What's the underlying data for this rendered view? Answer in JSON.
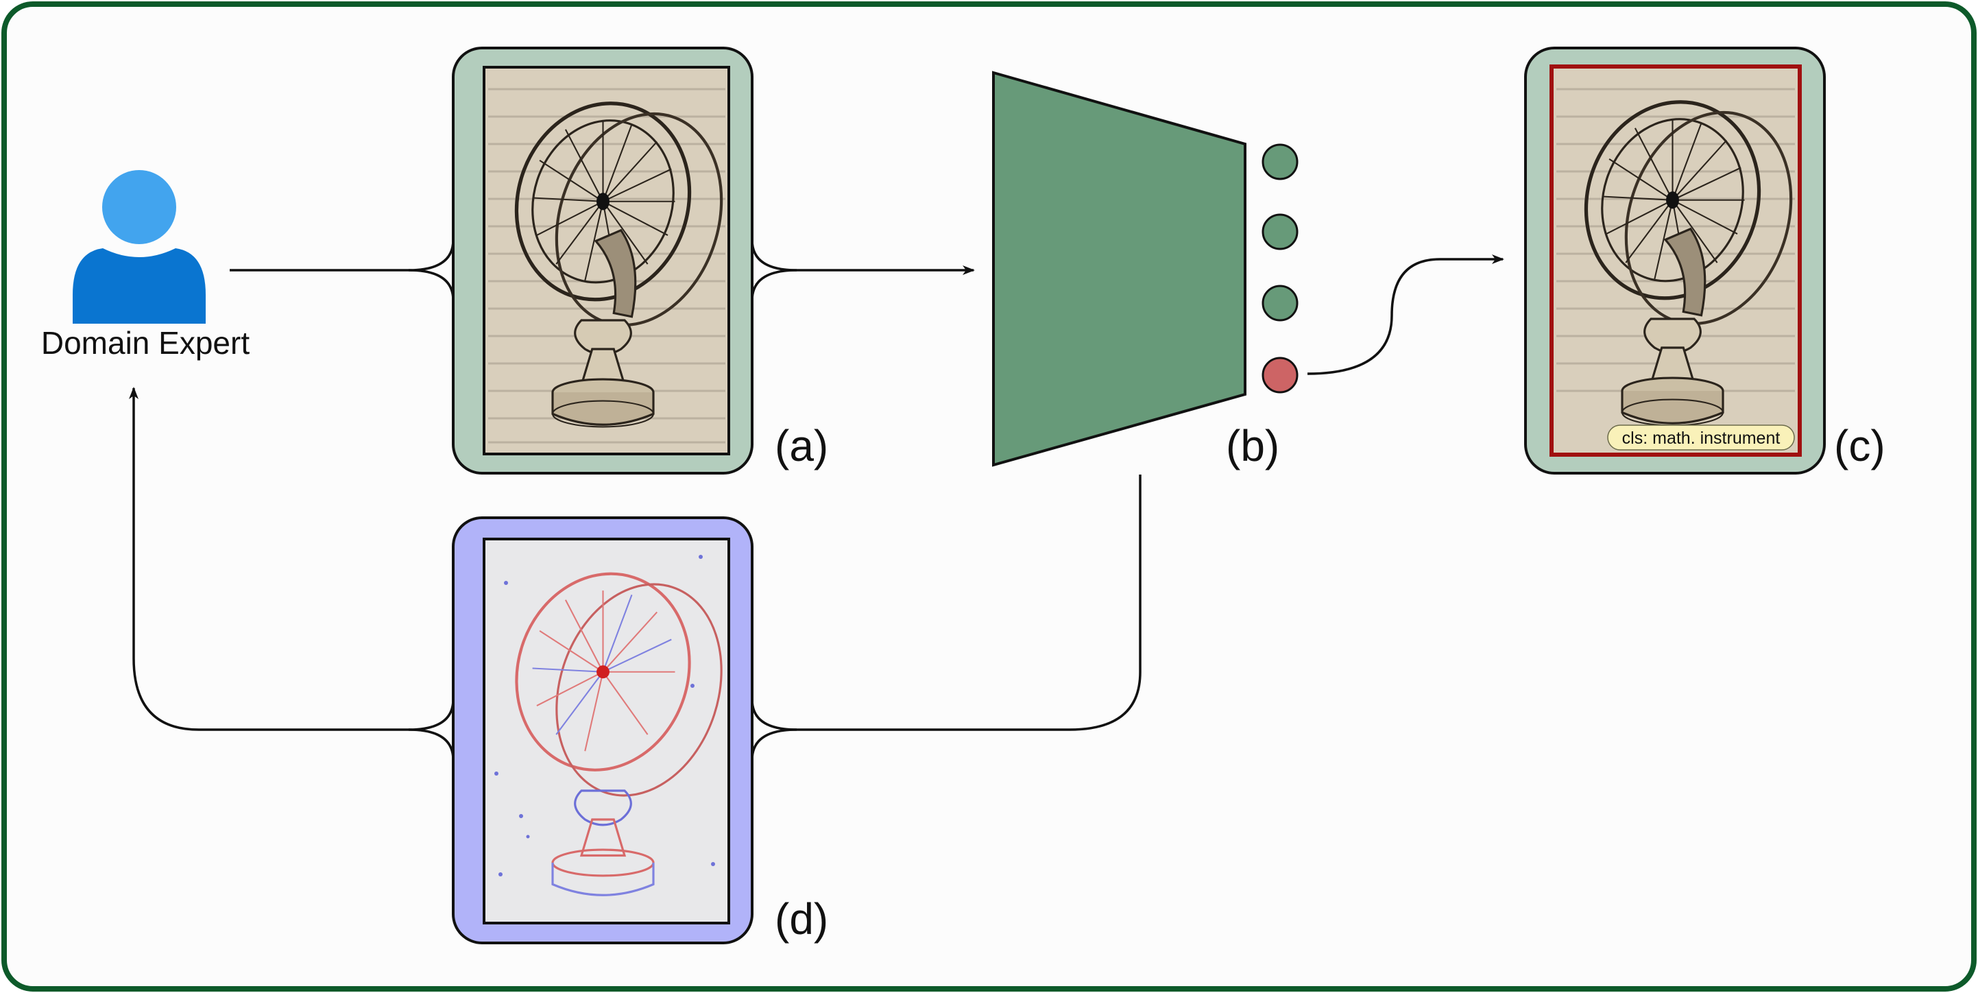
{
  "actor": {
    "label": "Domain Expert",
    "icon": "user-icon"
  },
  "panels": {
    "a": {
      "label": "(a)"
    },
    "b": {
      "label": "(b)"
    },
    "c": {
      "label": "(c)",
      "tag": "cls: math. instrument"
    },
    "d": {
      "label": "(d)"
    }
  },
  "colors": {
    "frame": "#0d5a2a",
    "panel_green": "#b3cdbd",
    "panel_blue": "#b1b3f9",
    "network": "#679a79",
    "node_normal": "#679a79",
    "node_selected": "#cd6465",
    "user_head": "#42a4ee",
    "user_body": "#0a75d0",
    "highlight_border": "#a01010",
    "tag_fill": "#f9f1b9"
  }
}
